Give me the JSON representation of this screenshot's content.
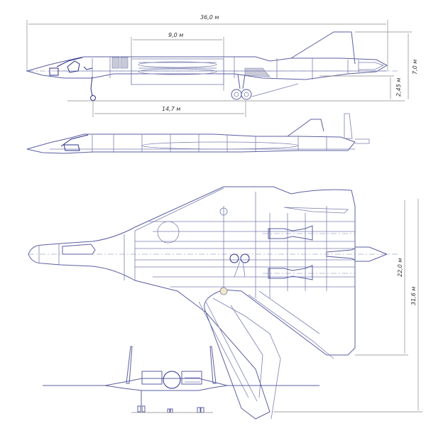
{
  "drawing": {
    "title": "Aircraft three-view drawing",
    "views": [
      "side-view-gear-down",
      "side-view-flight",
      "top-view",
      "front-view"
    ],
    "dimensions": {
      "overall_length": "36,0 м",
      "bay_length": "9,0 м",
      "wheelbase": "14,7 м",
      "overall_height": "7,0 м",
      "ground_clearance": "2,45 м",
      "wing_span_folded": "22,0 м",
      "wing_span": "31,6 м"
    },
    "colors": {
      "line": "#7a7fb0",
      "detail": "#2a2f8a",
      "background": "#ffffff"
    }
  }
}
